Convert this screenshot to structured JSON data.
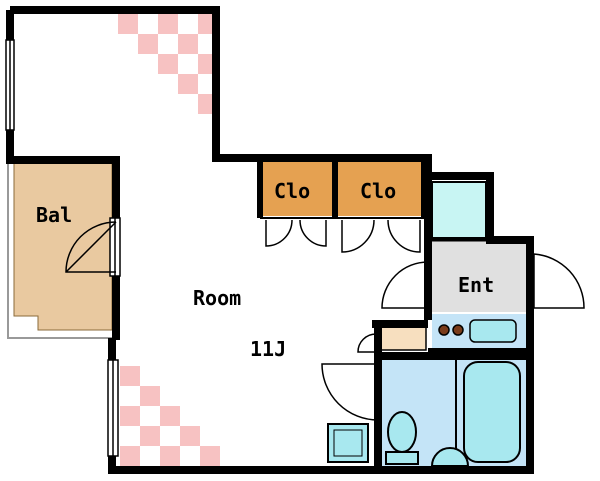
{
  "labels": {
    "balcony": "Bal",
    "closet_left": "Clo",
    "closet_right": "Clo",
    "room": "Room",
    "room_size": "11J",
    "entrance": "Ent"
  },
  "colors": {
    "wall": "#000000",
    "balcony": "#e9c9a0",
    "closet": "#e5a151",
    "floor_tile": "#f7c2c2",
    "wet_area": "#c4e4f7",
    "fixture": "#a8e8ef",
    "entrance": "#e0e0e0",
    "shoe_box": "#c8f5f3",
    "sink_counter": "#f7dfbf",
    "window": "#ffffff"
  }
}
